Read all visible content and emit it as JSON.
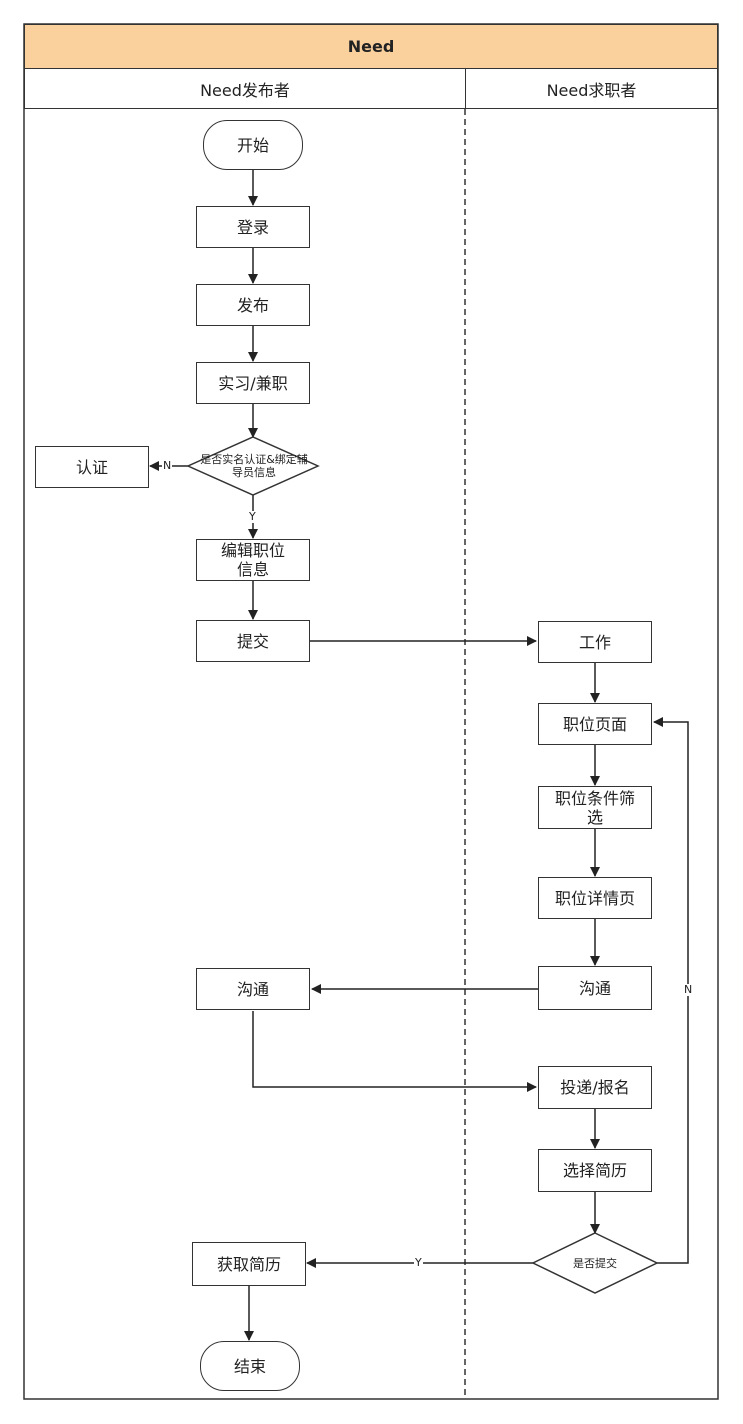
{
  "title": "Need",
  "lanes": {
    "publisher": "Need发布者",
    "seeker": "Need求职者"
  },
  "nodes": {
    "start": "开始",
    "login": "登录",
    "publish": "发布",
    "intern": "实习/兼职",
    "verify_q": "是否实名认证&绑定辅导员信息",
    "certify": "认证",
    "edit": "编辑职位信息",
    "submit": "提交",
    "work": "工作",
    "job_page": "职位页面",
    "filter": "职位条件筛选",
    "detail": "职位详情页",
    "comm_seeker": "沟通",
    "comm_publisher": "沟通",
    "apply": "投递/报名",
    "choose_resume": "选择简历",
    "submit_q": "是否提交",
    "get_resume": "获取简历",
    "end": "结束"
  },
  "edge_labels": {
    "verify_no": "N",
    "verify_yes": "Y",
    "submit_no": "N",
    "submit_yes": "Y"
  }
}
